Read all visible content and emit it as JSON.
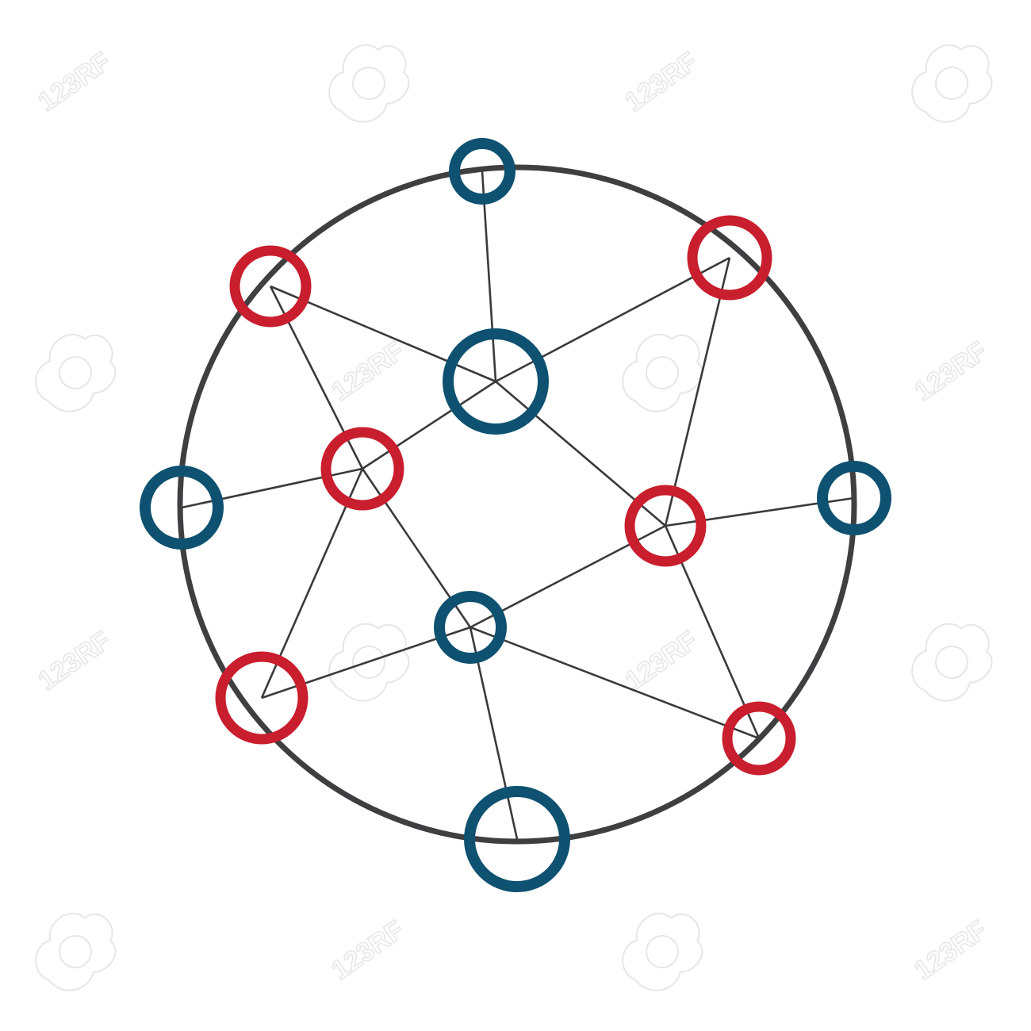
{
  "watermark": {
    "text": "123RF"
  },
  "colors": {
    "background": "#ffffff",
    "outer_ring": "#3f3f42",
    "connector": "#3a3a3d",
    "blue_node": "#0e5170",
    "red_node": "#c81e2d",
    "watermark": "#e4e4e4"
  },
  "diagram": {
    "type": "network",
    "nodes": [
      {
        "id": "top",
        "color": "blue"
      },
      {
        "id": "upper-left",
        "color": "red"
      },
      {
        "id": "upper-right",
        "color": "red"
      },
      {
        "id": "hub",
        "color": "blue"
      },
      {
        "id": "left",
        "color": "blue"
      },
      {
        "id": "inner-left",
        "color": "red"
      },
      {
        "id": "right",
        "color": "blue"
      },
      {
        "id": "inner-right",
        "color": "red"
      },
      {
        "id": "center-lower",
        "color": "blue"
      },
      {
        "id": "lower-left",
        "color": "red"
      },
      {
        "id": "lower-right",
        "color": "red"
      },
      {
        "id": "bottom",
        "color": "blue"
      }
    ],
    "edges": [
      [
        "top",
        "hub"
      ],
      [
        "upper-left",
        "hub"
      ],
      [
        "upper-right",
        "hub"
      ],
      [
        "upper-left",
        "inner-left"
      ],
      [
        "upper-right",
        "inner-right"
      ],
      [
        "hub",
        "inner-left"
      ],
      [
        "hub",
        "inner-right"
      ],
      [
        "left",
        "inner-left"
      ],
      [
        "right",
        "inner-right"
      ],
      [
        "inner-left",
        "center-lower"
      ],
      [
        "inner-left",
        "lower-left"
      ],
      [
        "inner-right",
        "center-lower"
      ],
      [
        "inner-right",
        "lower-right"
      ],
      [
        "center-lower",
        "lower-left"
      ],
      [
        "center-lower",
        "lower-right"
      ],
      [
        "center-lower",
        "bottom"
      ]
    ]
  }
}
